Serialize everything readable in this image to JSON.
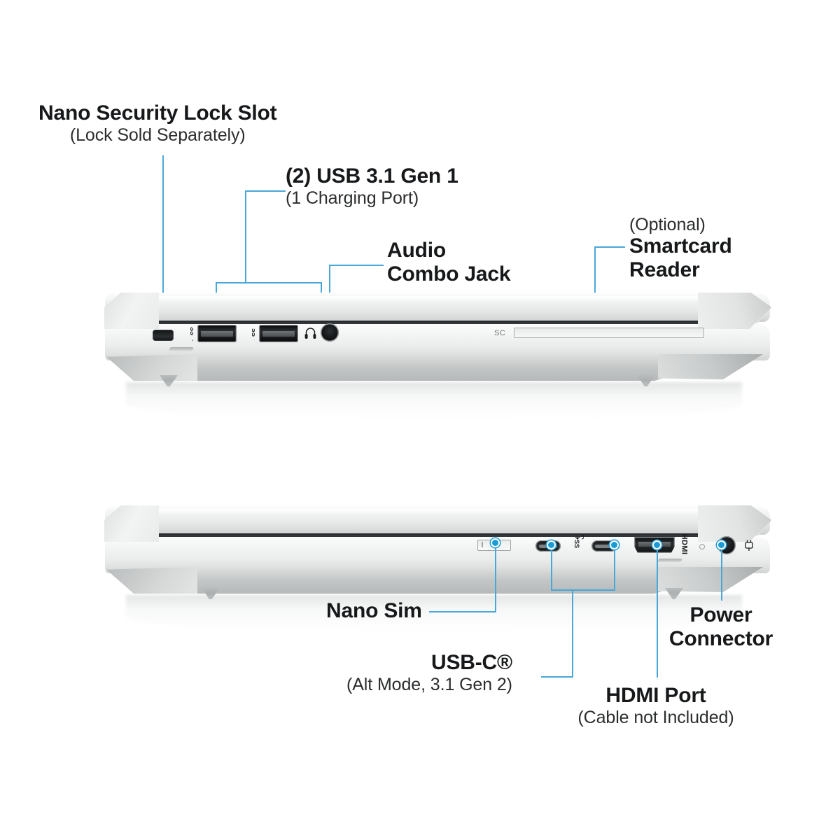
{
  "diagram": {
    "title": "HP laptop left and right side port layout",
    "accent_color": "#4aa8d8",
    "dot_color": "#1b9ad6"
  },
  "top_view": {
    "callouts": [
      {
        "id": "nano-security-lock-slot",
        "title": "Nano Security Lock Slot",
        "sub": "(Lock Sold Separately)"
      },
      {
        "id": "usb-3-1-gen-1",
        "title": "(2) USB 3.1 Gen 1",
        "sub": "(1 Charging Port)"
      },
      {
        "id": "audio-combo-jack",
        "title_line1": "Audio",
        "title_line2": "Combo Jack"
      },
      {
        "id": "smartcard-reader",
        "sub": "(Optional)",
        "title_line1": "Smartcard",
        "title_line2": "Reader"
      }
    ],
    "ports": {
      "smartcard_slot_label": "SC"
    }
  },
  "bottom_view": {
    "callouts": [
      {
        "id": "nano-sim",
        "title": "Nano Sim"
      },
      {
        "id": "usb-c",
        "title": "USB-C®",
        "sub": "(Alt Mode, 3.1 Gen 2)"
      },
      {
        "id": "hdmi-port",
        "title": "HDMI Port",
        "sub": "(Cable not Included)"
      },
      {
        "id": "power-connector",
        "title_line1": "Power",
        "title_line2": "Connector"
      }
    ]
  }
}
